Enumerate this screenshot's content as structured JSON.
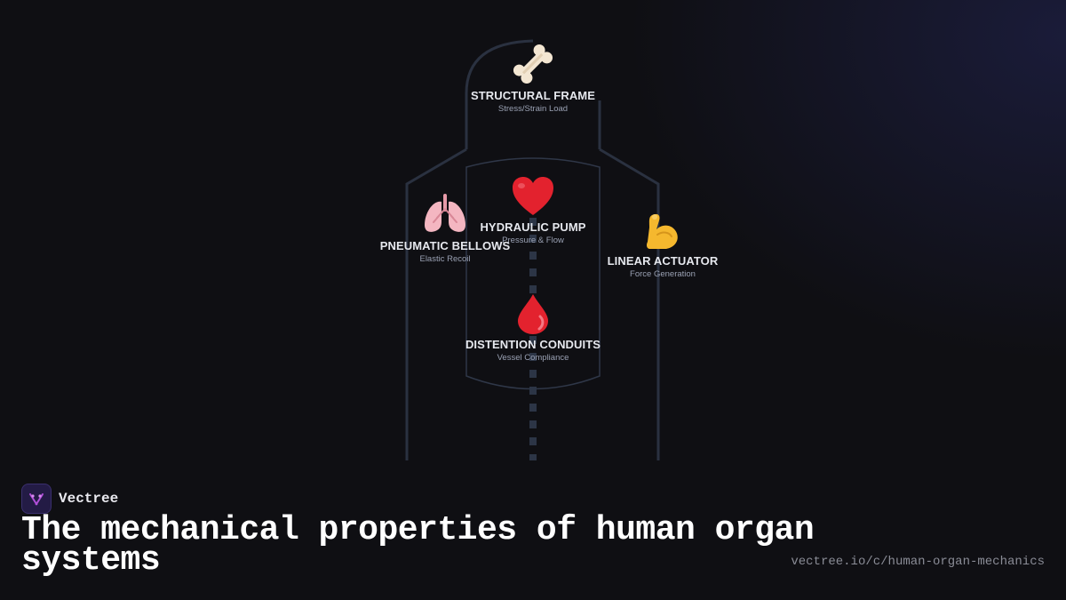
{
  "brand": {
    "name": "Vectree",
    "logo_icon": "vectree-logo-icon",
    "logo_bg": "#231b45",
    "logo_accent": "#b14fd9"
  },
  "headline": "The mechanical properties of human organ systems",
  "url": "vectree.io/c/human-organ-mechanics",
  "diagram": {
    "outline_color": "#2a3140",
    "spine_color": "#2c3546",
    "nodes": [
      {
        "id": "skeleton",
        "icon": "bone-icon",
        "title": "STRUCTURAL FRAME",
        "subtitle": "Stress/Strain Load"
      },
      {
        "id": "heart",
        "icon": "heart-icon",
        "title": "HYDRAULIC PUMP",
        "subtitle": "Pressure & Flow"
      },
      {
        "id": "lungs",
        "icon": "lungs-icon",
        "title": "PNEUMATIC BELLOWS",
        "subtitle": "Elastic Recoil"
      },
      {
        "id": "muscle",
        "icon": "flexed-bicep-icon",
        "title": "LINEAR ACTUATOR",
        "subtitle": "Force Generation"
      },
      {
        "id": "vessels",
        "icon": "blood-drop-icon",
        "title": "DISTENTION CONDUITS",
        "subtitle": "Vessel Compliance"
      }
    ]
  }
}
